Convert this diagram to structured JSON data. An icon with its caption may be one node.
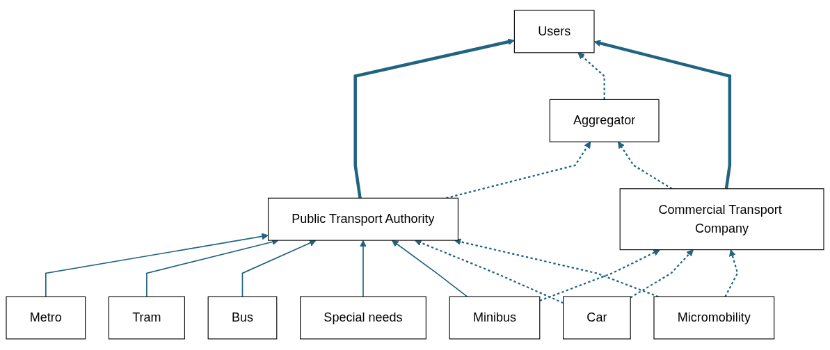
{
  "diagram": {
    "nodes": [
      {
        "text": [
          "Users"
        ]
      },
      {
        "text": [
          "Aggregator"
        ]
      },
      {
        "text": [
          "Public Transport Authority"
        ]
      },
      {
        "text": [
          "Commercial Transport Company"
        ]
      },
      {
        "text": [
          "Metro"
        ]
      },
      {
        "text": [
          "Tram"
        ]
      },
      {
        "text": [
          "Bus"
        ]
      },
      {
        "text": [
          "Special needs"
        ]
      },
      {
        "text": [
          "Minibus"
        ]
      },
      {
        "text": [
          "Car"
        ]
      },
      {
        "text": [
          "Micromobility"
        ]
      }
    ],
    "edges": [
      {
        "from": 2,
        "to": 0,
        "arrow": "to",
        "style": "thick"
      },
      {
        "from": 1,
        "to": 0,
        "arrow": "to",
        "style": "dashed"
      },
      {
        "from": 3,
        "to": 0,
        "arrow": "to",
        "style": "thick"
      },
      {
        "from": 2,
        "to": 1,
        "arrow": "to",
        "style": "dashed"
      },
      {
        "from": 3,
        "to": 1,
        "arrow": "to",
        "style": "dashed"
      },
      {
        "from": 4,
        "to": 2,
        "arrow": "to"
      },
      {
        "from": 5,
        "to": 2,
        "arrow": "to"
      },
      {
        "from": 6,
        "to": 2,
        "arrow": "to"
      },
      {
        "from": 7,
        "to": 2,
        "arrow": "to"
      },
      {
        "from": 8,
        "to": 2,
        "arrow": "to"
      },
      {
        "from": 9,
        "to": 2,
        "arrow": "to",
        "style": "dashed"
      },
      {
        "from": 10,
        "to": 2,
        "arrow": "to",
        "style": "dashed"
      },
      {
        "from": 8,
        "to": 3,
        "arrow": "to",
        "style": "dashed"
      },
      {
        "from": 9,
        "to": 3,
        "arrow": "to",
        "style": "dashed"
      },
      {
        "from": 10,
        "to": 3,
        "arrow": "to",
        "style": "dashed"
      }
    ]
  }
}
